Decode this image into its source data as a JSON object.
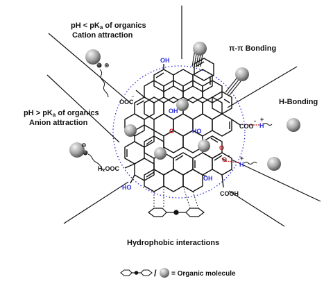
{
  "colors": {
    "bond_line": "#111111",
    "dotted_circle": "#2b2bd8",
    "hydroxyl_label": "#2b2bd8",
    "oxygen_label": "#c01010",
    "hbond_dash": "#c01010",
    "sphere_light": "#f2f2f2",
    "sphere_dark": "#5a5a5a"
  },
  "labels": {
    "cation_line1_a": "pH < pK",
    "cation_line1_sub": "a",
    "cation_line1_b": " of organics",
    "cation_line2": "Cation attraction",
    "pipi": "π-π Bonding",
    "hbonding": "H-Bonding",
    "anion_line1_a": "pH > pK",
    "anion_line1_sub": "a",
    "anion_line1_b": " of organics",
    "anion_line2": "Anion attraction",
    "hydrophobic": "Hydrophobic interactions",
    "legend": "= Organic molecule",
    "legend_slash": "/"
  },
  "atoms": {
    "coo_neg": "OOC",
    "coo_neg_charge": "⁻",
    "oh": "OH",
    "ho": "HO",
    "o": "O",
    "h2ooc": "H₂OOC",
    "cooh": "COOH",
    "coo_right": "COO",
    "h": "H",
    "plus": "⊕",
    "minus": "⊖",
    "delta_plus": "+",
    "delta_minus": "-"
  }
}
